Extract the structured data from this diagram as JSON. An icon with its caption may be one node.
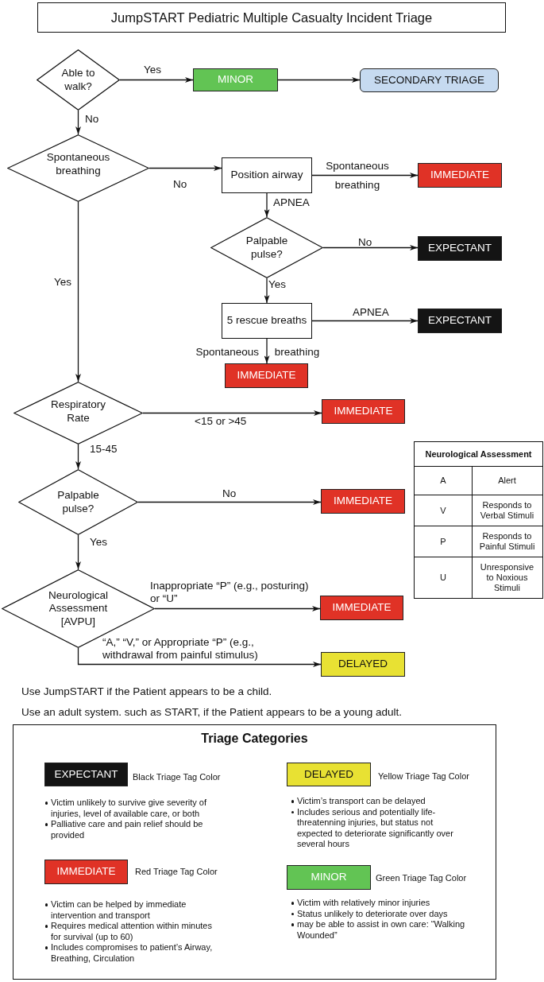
{
  "diagram": {
    "title": "JumpSTART Pediatric Multiple Casualty Incident Triage",
    "nodes": [
      {
        "text": [
          "Able to walk?"
        ]
      },
      {
        "text": [
          "MINOR"
        ]
      },
      {
        "text": [
          "SECONDARY TRIAGE"
        ]
      },
      {
        "text": [
          "Spontaneous breathing"
        ]
      },
      {
        "text": [
          "Position airway"
        ]
      },
      {
        "text": [
          "IMMEDIATE"
        ]
      },
      {
        "text": [
          "Palpable pulse?"
        ]
      },
      {
        "text": [
          "EXPECTANT"
        ]
      },
      {
        "text": [
          "5 rescue breaths"
        ]
      },
      {
        "text": [
          "EXPECTANT"
        ]
      },
      {
        "text": [
          "IMMEDIATE"
        ]
      },
      {
        "text": [
          "Respiratory Rate"
        ]
      },
      {
        "text": [
          "IMMEDIATE"
        ]
      },
      {
        "text": [
          "Palpable pulse?"
        ]
      },
      {
        "text": [
          "IMMEDIATE"
        ]
      },
      {
        "text": [
          "Neurological Assessment [AVPU]"
        ]
      },
      {
        "text": [
          "IMMEDIATE"
        ]
      },
      {
        "text": [
          "DELAYED"
        ]
      },
      {
        "text": [
          "Triage Categories"
        ]
      },
      {
        "text": [
          "EXPECTANT"
        ],
        "in": 18,
        "beside": [
          "Black Triage Tag Color",
          "Victim unlikely to survive give severity of injuries, level of available care, or both",
          "Palliative care and pain relief should be provided"
        ]
      },
      {
        "text": [
          "DELAYED"
        ],
        "in": 18,
        "beside": [
          "Yellow Triage Tag Color",
          "Victim’s transport can be delayed",
          "Includes serious and potentially life-threatenning injuries, but status not expected to deteriorate significantly over several hours"
        ]
      },
      {
        "text": [
          "IMMEDIATE"
        ],
        "in": 18,
        "beside": [
          "Red Triage Tag Color",
          "Victim can be helped by immediate intervention and transport",
          "Requires medical attention within minutes for survival (up to 60)",
          "Includes compromises to patient’s Airway, Breathing, Circulation"
        ]
      },
      {
        "text": [
          "MINOR"
        ],
        "in": 18,
        "beside": [
          "Green Triage Tag Color",
          "Victim with relatively minor injuries",
          "Status unlikely to deteriorate over days",
          "may be able to assist in own care: “Walking Wounded”"
        ]
      }
    ],
    "edges": [
      {
        "from": 0,
        "to": 1,
        "arrow": "to",
        "label": "Yes"
      },
      {
        "from": 1,
        "to": 2,
        "arrow": "to"
      },
      {
        "from": 0,
        "to": 3,
        "arrow": "to",
        "label": "No"
      },
      {
        "from": 3,
        "to": 4,
        "arrow": "to",
        "label": "No"
      },
      {
        "from": 4,
        "to": 5,
        "arrow": "to",
        "label": "Spontaneous breathing"
      },
      {
        "from": 4,
        "to": 6,
        "arrow": "to",
        "label": "APNEA"
      },
      {
        "from": 6,
        "to": 7,
        "arrow": "to",
        "label": "No"
      },
      {
        "from": 6,
        "to": 8,
        "arrow": "to",
        "label": "Yes"
      },
      {
        "from": 8,
        "to": 9,
        "arrow": "to",
        "label": "APNEA"
      },
      {
        "from": 8,
        "to": 10,
        "arrow": "to",
        "label": "Spontaneous breathing"
      },
      {
        "from": 3,
        "to": 11,
        "arrow": "to",
        "label": "Yes"
      },
      {
        "from": 11,
        "to": 12,
        "arrow": "to",
        "label": "<15 or >45"
      },
      {
        "from": 11,
        "to": 13,
        "arrow": "to",
        "label": "15-45"
      },
      {
        "from": 13,
        "to": 14,
        "arrow": "to",
        "label": "No"
      },
      {
        "from": 13,
        "to": 15,
        "arrow": "to",
        "label": "Yes"
      },
      {
        "from": 15,
        "to": 16,
        "arrow": "to",
        "label": "Inappropriate “P” (e.g., posturing) or “U”"
      },
      {
        "from": 15,
        "to": 17,
        "arrow": "to",
        "label": "“A,” “V,” or Appropriate “P” (e.g., withdrawal from painful stimulus)"
      }
    ],
    "labels": [
      "Neurological Assessment",
      "A",
      "Alert",
      "V",
      "Responds to Verbal Stimuli",
      "P",
      "Responds to Painful Stimuli",
      "U",
      "Unresponsive to Noxious Stimuli",
      "Use JumpSTART if the Patient appears to be a child.",
      "Use an adult system. such as START, if the Patient appears to be a young adult."
    ]
  }
}
